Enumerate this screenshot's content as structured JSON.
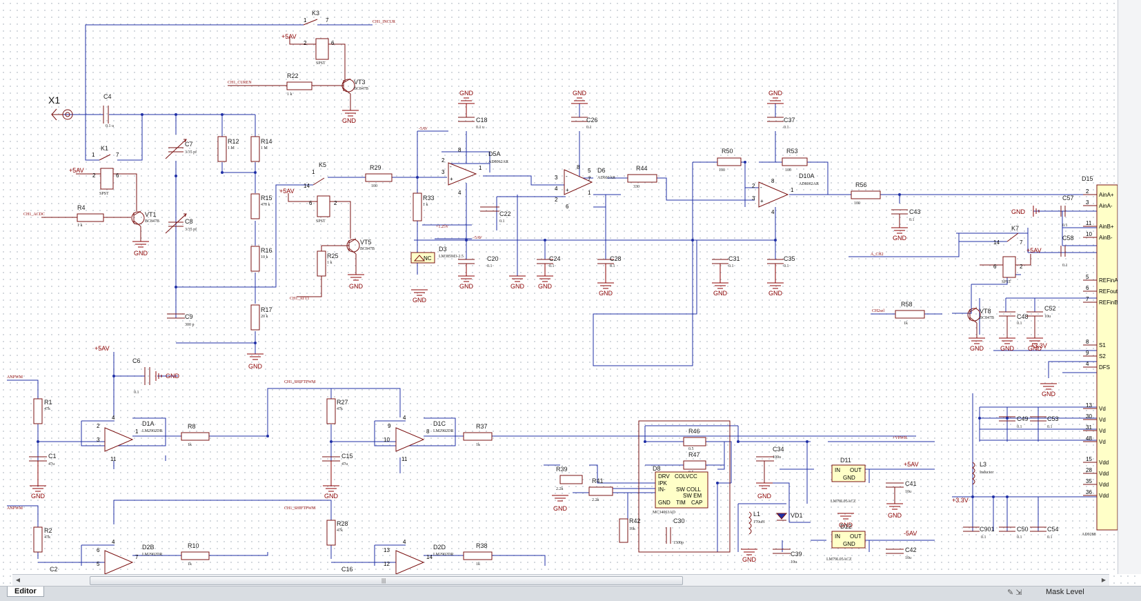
{
  "components": {
    "X1": "X1",
    "C4": {
      "ref": "C4",
      "val": "0.1 u"
    },
    "K3": {
      "ref": "K3",
      "p1": "1",
      "p2": "7"
    },
    "K1": {
      "ref": "K1",
      "p1": "1",
      "p2": "7"
    },
    "K2rel": {
      "ref": "SPST",
      "p1": "2",
      "p2": "6"
    },
    "VT3": {
      "ref": "VT3",
      "val": "BC847B"
    },
    "R22": {
      "ref": "R22",
      "val": "1 k"
    },
    "C7": {
      "ref": "C7",
      "val": "3/35 pf"
    },
    "C8": {
      "ref": "C8",
      "val": "3/35 pf"
    },
    "C9": {
      "ref": "C9",
      "val": "300 p"
    },
    "R12": {
      "ref": "R12",
      "val": "1 M"
    },
    "R14": {
      "ref": "R14",
      "val": "1 M"
    },
    "R15": {
      "ref": "R15",
      "val": "470 k"
    },
    "R16": {
      "ref": "R16",
      "val": "10 k"
    },
    "R17": {
      "ref": "R17",
      "val": "20 k"
    },
    "K5": {
      "ref": "K5",
      "p1": "1",
      "p2": "14"
    },
    "R29": {
      "ref": "R29",
      "val": "100"
    },
    "R4": {
      "ref": "R4",
      "val": "1 k"
    },
    "VT1": {
      "ref": "VT1",
      "val": "BC847B"
    },
    "VT5": {
      "ref": "VT5",
      "val": "BC847B"
    },
    "R25": {
      "ref": "R25",
      "val": "1 k"
    },
    "R33": {
      "ref": "R33",
      "val": "1 k"
    },
    "D3": {
      "ref": "D3",
      "val": "LM385M3-2.5",
      "nc": "NC"
    },
    "C18": {
      "ref": "C18",
      "val": "0.1 u"
    },
    "D5A": {
      "ref": "D5A",
      "val": "AD8062AR"
    },
    "C22": {
      "ref": "C22",
      "val": "0.1"
    },
    "C20": {
      "ref": "C20",
      "val": "0.1"
    },
    "C24": {
      "ref": "C24",
      "val": "0.1"
    },
    "C26": {
      "ref": "C26",
      "val": "0.1"
    },
    "D6": {
      "ref": "D6",
      "val": "AD603AR"
    },
    "R44": {
      "ref": "R44",
      "val": "330"
    },
    "C28": {
      "ref": "C28",
      "val": "0.1"
    },
    "R50": {
      "ref": "R50",
      "val": "100"
    },
    "R53": {
      "ref": "R53",
      "val": "100"
    },
    "C37": {
      "ref": "C37",
      "val": "0.1"
    },
    "D10A": {
      "ref": "D10A",
      "val": "AD8062AR"
    },
    "C31": {
      "ref": "C31",
      "val": "0.1"
    },
    "C35": {
      "ref": "C35",
      "val": "0.1"
    },
    "R56": {
      "ref": "R56",
      "val": "100"
    },
    "C43": {
      "ref": "C43",
      "val": "0.1"
    },
    "C57": {
      "ref": "C57",
      "val": "0.1"
    },
    "C58": {
      "ref": "C58",
      "val": "0.1"
    },
    "K7": {
      "ref": "K7",
      "p1": "14",
      "p2": "7"
    },
    "VT8": {
      "ref": "VT8",
      "val": "BC847B"
    },
    "R58": {
      "ref": "R58",
      "val": "1k"
    },
    "C48": {
      "ref": "C48",
      "val": "0.1"
    },
    "C52": {
      "ref": "C52",
      "val": "10u"
    },
    "C49": {
      "ref": "C49",
      "val": "0.1"
    },
    "C53": {
      "ref": "C53",
      "val": "0.1"
    },
    "L3": {
      "ref": "L3",
      "val": "Inductor"
    },
    "C901": {
      "ref": "C901",
      "val": "0.1"
    },
    "C50": {
      "ref": "C50",
      "val": "0.1"
    },
    "C54": {
      "ref": "C54",
      "val": "0.1"
    },
    "D15": {
      "ref": "D15",
      "val": "AD9288"
    },
    "C6": {
      "ref": "C6",
      "val": "0.1"
    },
    "R1": {
      "ref": "R1",
      "val": "47k"
    },
    "C1": {
      "ref": "C1",
      "val": "47u"
    },
    "D1A": {
      "ref": "D1A",
      "val": "LM2902DR"
    },
    "R8": {
      "ref": "R8",
      "val": "1k"
    },
    "R27": {
      "ref": "R27",
      "val": "47k"
    },
    "C15": {
      "ref": "C15",
      "val": "47u"
    },
    "D1C": {
      "ref": "D1C",
      "val": "LM2902DR"
    },
    "R37": {
      "ref": "R37",
      "val": "1k"
    },
    "R2": {
      "ref": "R2",
      "val": "47k"
    },
    "C2": {
      "ref": "C2"
    },
    "D2B": {
      "ref": "D2B",
      "val": "LM2902DR"
    },
    "R10": {
      "ref": "R10",
      "val": "1k"
    },
    "R28": {
      "ref": "R28",
      "val": "47k"
    },
    "C16": {
      "ref": "C16"
    },
    "D2D": {
      "ref": "D2D",
      "val": "LM2902DR"
    },
    "R38": {
      "ref": "R38",
      "val": "1k"
    },
    "R46": {
      "ref": "R46",
      "val": "0.5"
    },
    "R47": {
      "ref": "R47",
      "val": "0.5"
    },
    "R39": {
      "ref": "R39",
      "val": "2.2k"
    },
    "R41": {
      "ref": "R41",
      "val": "2.2k"
    },
    "R42": {
      "ref": "R42",
      "val": "10k"
    },
    "D8": {
      "ref": "D8",
      "val": "MC34063AD"
    },
    "C30": {
      "ref": "C30",
      "val": "1500p"
    },
    "C34": {
      "ref": "C34",
      "val": "100u"
    },
    "L1": {
      "ref": "L1",
      "val": "170uH"
    },
    "VD1": {
      "ref": "VD1"
    },
    "C39": {
      "ref": "C39",
      "val": "10u"
    },
    "D11": {
      "ref": "D11",
      "val": "LM78L05ACZ"
    },
    "C41": {
      "ref": "C41",
      "val": "10u"
    },
    "D12": {
      "ref": "D12",
      "val": "LM79L05ACZ"
    },
    "C42": {
      "ref": "C42",
      "val": "10u"
    }
  },
  "nets": {
    "ch1_incur": "CH1_INCUR",
    "ch1_curen": "CH1_CUREN",
    "ch1_acdc": "CH1_ACDC",
    "ch1_att1": "CH1_ATT1",
    "p5av": "+5AV",
    "m5av": "-5AV",
    "p1_25v": "+1.25V",
    "gnd": "GND",
    "p3_3v": "+3.3V",
    "achs": "A_CH2",
    "ch2sel": "CH2sel",
    "anpwm": "ANPWM",
    "shiftpwm": "CH1_SHIFTPWM",
    "vpwr": "+VPWR"
  },
  "d15_pins": [
    {
      "n": "2",
      "l": "AinA+"
    },
    {
      "n": "3",
      "l": "AinA-"
    },
    {
      "n": "11",
      "l": "AinB+"
    },
    {
      "n": "10",
      "l": "AinB-"
    },
    {
      "n": "5",
      "l": "REFinA"
    },
    {
      "n": "6",
      "l": "REFout"
    },
    {
      "n": "7",
      "l": "REFinB"
    },
    {
      "n": "8",
      "l": "S1"
    },
    {
      "n": "9",
      "l": "S2"
    },
    {
      "n": "4",
      "l": "DFS"
    },
    {
      "n": "13",
      "l": "Vd"
    },
    {
      "n": "30",
      "l": "Vd"
    },
    {
      "n": "31",
      "l": "Vd"
    },
    {
      "n": "48",
      "l": "Vd"
    },
    {
      "n": "15",
      "l": "Vdd"
    },
    {
      "n": "28",
      "l": "Vdd"
    },
    {
      "n": "35",
      "l": "Vdd"
    },
    {
      "n": "36",
      "l": "Vdd"
    }
  ],
  "d8_pins": {
    "drv": "DRV",
    "colcc": "COLVCC",
    "ipk": "IPK",
    "in": "IN-",
    "swcoll": "SW COLL",
    "swem": "SW EM",
    "gnd": "GND",
    "tim": "TIM",
    "cap": "CAP"
  },
  "reg_pins": {
    "in": "IN",
    "out": "OUT",
    "gnd": "GND"
  },
  "statusbar": {
    "tab": "Editor",
    "mask": "Mask Level"
  }
}
